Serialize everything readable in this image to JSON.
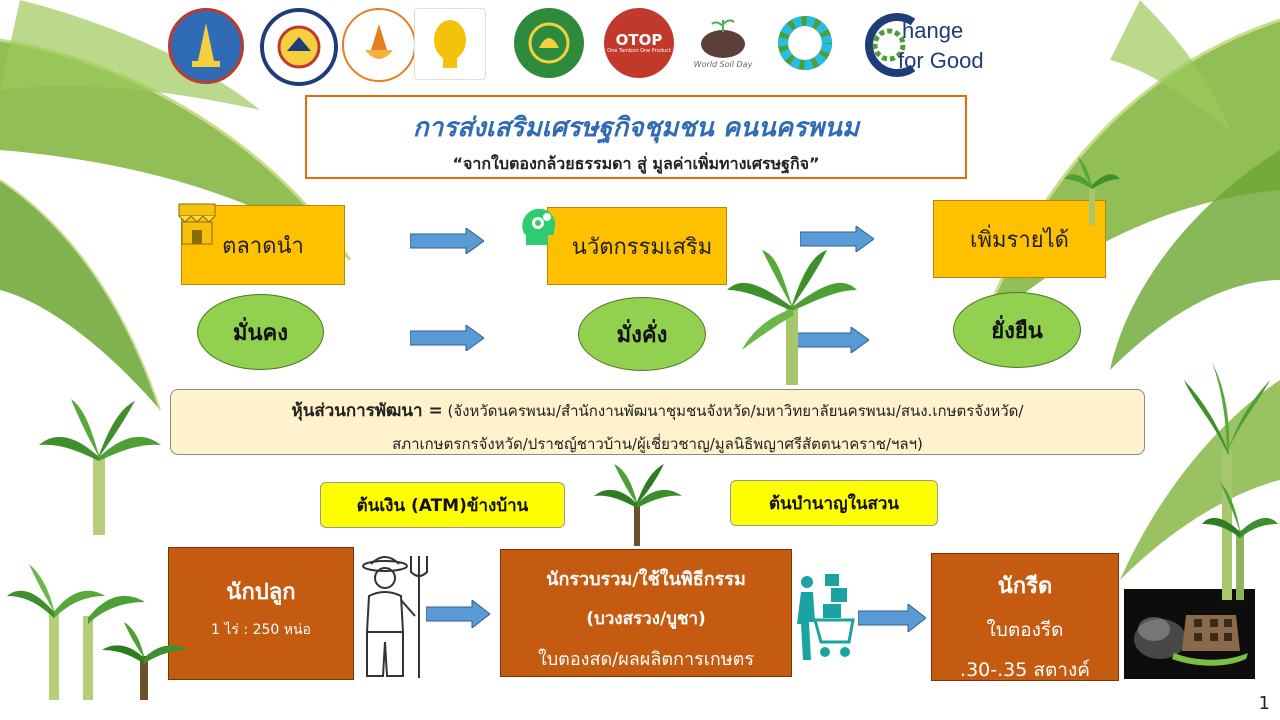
{
  "logos": [
    "Province seal",
    "Community Development",
    "University",
    "Agricultural seal",
    "Ministry seal",
    "OTOP",
    "World Soil Day",
    "SDG",
    "Change for Good"
  ],
  "logo_texts": {
    "otop": "OTOP",
    "otop_sub": "One Tambon One Product",
    "soil": "World Soil Day",
    "change_line1": "hange",
    "change_line2": "for Good"
  },
  "header": {
    "title": "การส่งเสริมเศรษฐกิจชุมชน คนนครพนม",
    "subtitle": "“จากใบตองกล้วยธรรมดา สู่ มูลค่าเพิ่มทางเศรษฐกิจ”"
  },
  "flow_top": {
    "market": "ตลาดนำ",
    "innovation": "นวัตกรรมเสริม",
    "income": "เพิ่มรายได้"
  },
  "flow_ovals": {
    "stable": "มั่นคง",
    "wealthy": "มั่งคั่ง",
    "sustainable": "ยั่งยืน"
  },
  "partners": {
    "label": "หุ้นส่วนการพัฒนา =",
    "line1": "(จังหวัดนครพนม/สำนักงานพัฒนาชุมชนจังหวัด/มหาวิทยาลัยนครพนม/สนง.เกษตรจังหวัด/",
    "line2": "สภาเกษตรกรจังหวัด/ปราชญ์ชาวบ้าน/ผู้เชี่ยวชาญ/มูลนิธิพญาศรีสัตตนาคราช/ฯลฯ)"
  },
  "tags": {
    "atm": "ต้นเงิน (ATM)ข้างบ้าน",
    "pension": "ต้นบำนาญในสวน"
  },
  "grower": {
    "title": "นักปลูก",
    "detail": "1 ไร่ : 250 หน่อ"
  },
  "collector": {
    "line1": "นักรวบรวม/ใช้ในพิธีกรรม",
    "line2": "(บวงสรวง/บูชา)",
    "line3": "ใบตองสด/ผลผลิตการเกษตร"
  },
  "ironer": {
    "title": "นักรีด",
    "line1": "ใบตองรีด",
    "line2": ".30-.35 สตางค์"
  },
  "page_number": "1",
  "colors": {
    "accent_orange": "#c55a11",
    "yellow": "#ffc000",
    "green": "#92d050",
    "arrow_blue": "#5b9bd5",
    "title_blue": "#2f6cb5",
    "cream": "#fff2cc"
  }
}
